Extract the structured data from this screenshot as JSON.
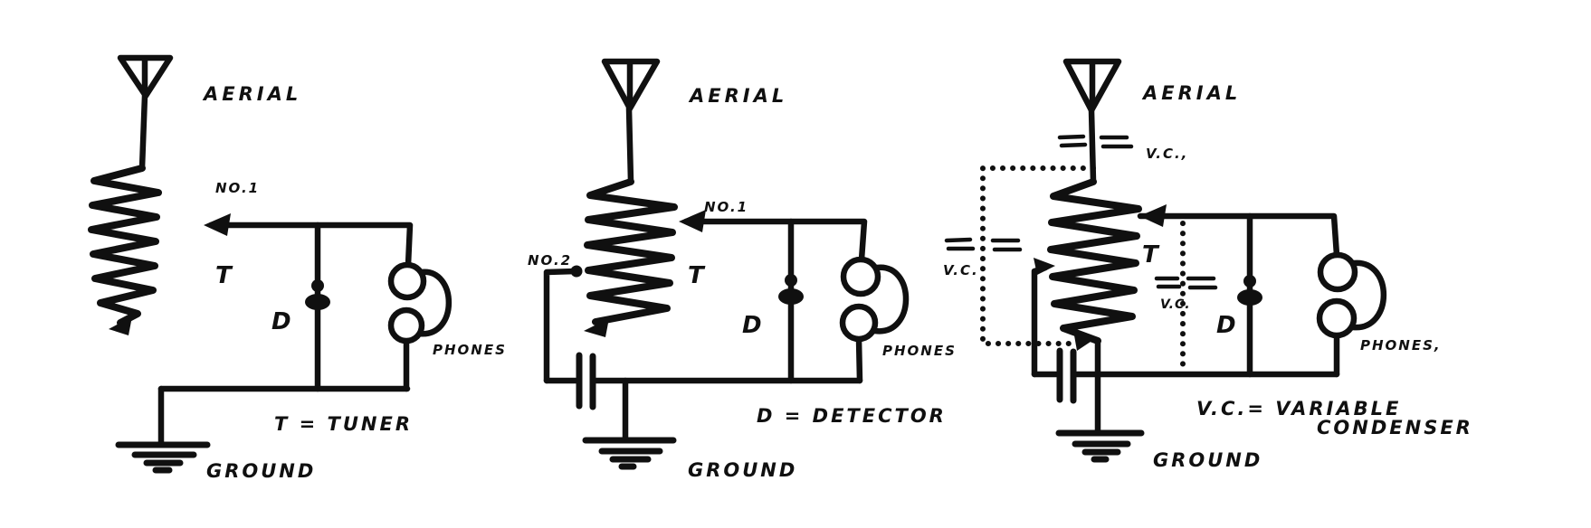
{
  "figure": {
    "paper_color": "#ffffff",
    "ink_color": "#101010",
    "description_labels_only": true,
    "circuits": [
      {
        "aerial": "AERIAL",
        "tap_no1": "NO.1",
        "tuner": "T",
        "detector": "D",
        "phones": "PHONES",
        "ground": "GROUND",
        "caption": "T = TUNER"
      },
      {
        "aerial": "AERIAL",
        "tap_no1": "NO.1",
        "tap_no2": "NO.2",
        "tuner": "T",
        "detector": "D",
        "phones": "PHONES",
        "ground": "GROUND",
        "caption": "D = DETECTOR"
      },
      {
        "aerial": "AERIAL",
        "vc_series": "V.C.,",
        "vc_shunt_left": "V.C.",
        "vc_shunt_right": "V.C.",
        "tuner": "T",
        "detector": "D",
        "phones": "PHONES,",
        "ground": "GROUND",
        "caption_line1": "V.C.= VARIABLE",
        "caption_line2": "CONDENSER"
      }
    ]
  }
}
